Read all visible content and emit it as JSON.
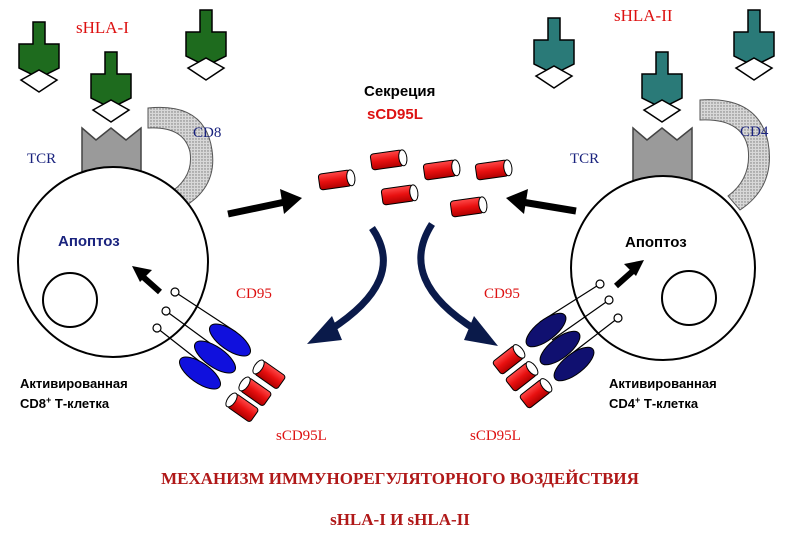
{
  "labels": {
    "shla_i": "sHLA-I",
    "shla_ii": "sHLA-II",
    "secretion": "Секреция",
    "scd95l_center": "sCD95L",
    "cd8": "CD8",
    "cd4": "CD4",
    "tcr_left": "TCR",
    "tcr_right": "TCR",
    "apoptosis_left": "Апоптоз",
    "apoptosis_right": "Апоптоз",
    "cd95_left": "CD95",
    "cd95_right": "CD95",
    "scd95l_left": "sCD95L",
    "scd95l_right": "sCD95L",
    "activated_left": "Активированная",
    "cell_left_prefix": "CD8",
    "cell_left_sup": "+",
    "cell_left_suffix": " Т-клетка",
    "activated_right": "Активированная",
    "cell_right_prefix": "CD4",
    "cell_right_sup": "+",
    "cell_right_suffix": " Т-клетка"
  },
  "footer": {
    "title_line1": "МЕХАНИЗМ ИММУНОРЕГУЛЯТОРНОГО ВОЗДЕЙСТВИЯ",
    "title_line2": "sHLA-I И sHLA-II"
  },
  "colors": {
    "hla_i": "#1e6b1e",
    "hla_ii": "#2a7a78",
    "tcr": "#9a9a9a",
    "cd95_left": "#1010dd",
    "cd95_right": "#101070",
    "scd95l": "#ee1111",
    "arrow_curve": "#0a1a4a",
    "label_red": "#dd1111",
    "label_blue": "#1a237e",
    "footer": "#b01818"
  }
}
